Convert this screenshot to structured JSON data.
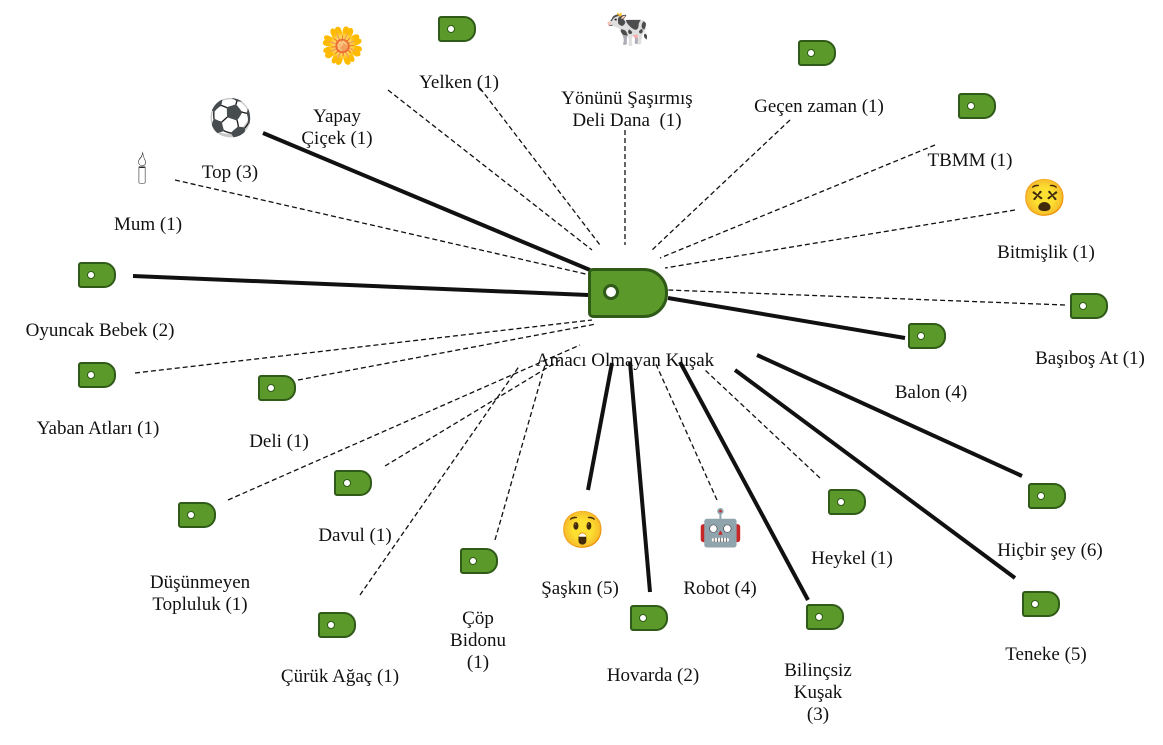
{
  "center": {
    "label": "Amacı Olmayan Kuşak",
    "icon": "tag-icon"
  },
  "nodes": [
    {
      "id": "mum",
      "label": "Mum (1)",
      "icon": "candle-icon",
      "line": "dashed"
    },
    {
      "id": "top",
      "label": "Top (3)",
      "icon": "soccer-ball-icon",
      "line": "bold"
    },
    {
      "id": "yapay",
      "label": "Yapay\nÇiçek (1)",
      "icon": "daisy-icon",
      "line": "dashed"
    },
    {
      "id": "yelken",
      "label": "Yelken (1)",
      "icon": "tag-icon",
      "line": "dashed"
    },
    {
      "id": "dana",
      "label": "Yönünü Şaşırmış\nDeli Dana  (1)",
      "icon": "cow-icon",
      "line": "dashed"
    },
    {
      "id": "gecen",
      "label": "Geçen zaman (1)",
      "icon": "tag-icon",
      "line": "dashed"
    },
    {
      "id": "tbmm",
      "label": "TBMM (1)",
      "icon": "tag-icon",
      "line": "dashed"
    },
    {
      "id": "bitmis",
      "label": "Bitmişlik (1)",
      "icon": "dizzy-face-icon",
      "line": "dashed"
    },
    {
      "id": "basibos",
      "label": "Başıboş At (1)",
      "icon": "tag-icon",
      "line": "dashed"
    },
    {
      "id": "balon",
      "label": "Balon (4)",
      "icon": "tag-icon",
      "line": "bold"
    },
    {
      "id": "oyuncak",
      "label": "Oyuncak Bebek (2)",
      "icon": "tag-icon",
      "line": "bold"
    },
    {
      "id": "yaban",
      "label": "Yaban Atları (1)",
      "icon": "tag-icon",
      "line": "dashed"
    },
    {
      "id": "deli",
      "label": "Deli (1)",
      "icon": "tag-icon",
      "line": "dashed"
    },
    {
      "id": "dusun",
      "label": "Düşünmeyen\nTopluluk (1)",
      "icon": "tag-icon",
      "line": "dashed"
    },
    {
      "id": "davul",
      "label": "Davul (1)",
      "icon": "tag-icon",
      "line": "dashed"
    },
    {
      "id": "curuk",
      "label": "Çürük Ağaç (1)",
      "icon": "tag-icon",
      "line": "dashed"
    },
    {
      "id": "cop",
      "label": "Çöp\nBidonu\n(1)",
      "icon": "tag-icon",
      "line": "dashed"
    },
    {
      "id": "saskin",
      "label": "Şaşkın (5)",
      "icon": "surprised-face-icon",
      "line": "bold"
    },
    {
      "id": "hovarda",
      "label": "Hovarda (2)",
      "icon": "tag-icon",
      "line": "bold"
    },
    {
      "id": "robot",
      "label": "Robot (4)",
      "icon": "robot-icon",
      "line": "dashed"
    },
    {
      "id": "bilincsiz",
      "label": "Bilinçsiz\nKuşak\n(3)",
      "icon": "tag-icon",
      "line": "bold"
    },
    {
      "id": "heykel",
      "label": "Heykel (1)",
      "icon": "tag-icon",
      "line": "dashed"
    },
    {
      "id": "hicbir",
      "label": "Hiçbir şey (6)",
      "icon": "tag-icon",
      "line": "bold"
    },
    {
      "id": "teneke",
      "label": "Teneke (5)",
      "icon": "tag-icon",
      "line": "bold"
    }
  ]
}
